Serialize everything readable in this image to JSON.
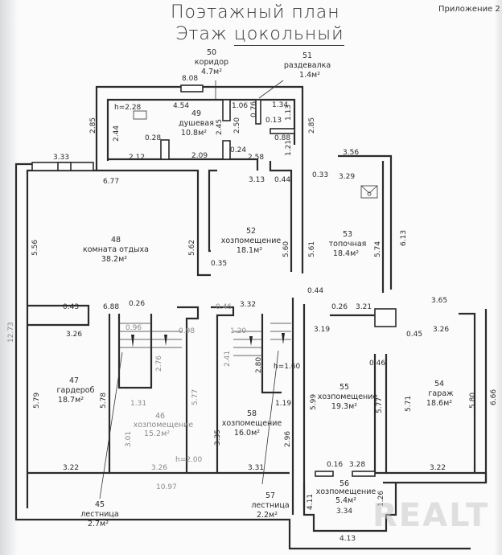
{
  "header": {
    "title_line1": "Поэтажный план",
    "title_line2_prefix": "Этаж",
    "title_line2_floor": "цокольный",
    "appendix": "Приложение 2"
  },
  "rooms": [
    {
      "number": "45",
      "name": "лестница",
      "area": "2.7м²"
    },
    {
      "number": "46",
      "name": "хозпомещение",
      "area": "15.2м²"
    },
    {
      "number": "47",
      "name": "гардероб",
      "area": "18.7м²"
    },
    {
      "number": "48",
      "name": "комната отдыха",
      "area": "38.2м²"
    },
    {
      "number": "49",
      "name": "душевая",
      "area": "10.8м²"
    },
    {
      "number": "50",
      "name": "коридор",
      "area": "4.7м²"
    },
    {
      "number": "51",
      "name": "раздевалка",
      "area": "1.4м²"
    },
    {
      "number": "52",
      "name": "хозпомещение",
      "area": "18.1м²"
    },
    {
      "number": "53",
      "name": "топочная",
      "area": "18.4м²"
    },
    {
      "number": "54",
      "name": "гараж",
      "area": "18.6м²"
    },
    {
      "number": "55",
      "name": "хозпомещение",
      "area": "19.3м²"
    },
    {
      "number": "56",
      "name": "хозпомещение",
      "area": "5.4м²"
    },
    {
      "number": "57",
      "name": "лестница",
      "area": "2.2м²"
    },
    {
      "number": "58",
      "name": "хозпомещение",
      "area": "16.0м²"
    }
  ],
  "heights": {
    "shower": "h=2.28",
    "room46": "h=2.00",
    "stair57": "h=1.60"
  },
  "dimensions": {
    "d808": "8.08",
    "d454": "4.54",
    "d244": "2.44",
    "d028": "0.28",
    "d212": "2.12",
    "d209": "2.09",
    "d245": "2.45",
    "d250": "2.50",
    "d106": "1.06",
    "d076": "0.76",
    "d134": "1.34",
    "d113": "1.13",
    "d013": "0.13",
    "d088": "0.88",
    "d121": "1.21",
    "d024": "0.24",
    "d258": "2.58",
    "d285a": "2.85",
    "d285b": "2.85",
    "d333": "3.33",
    "d677": "6.77",
    "d556": "5.56",
    "d562": "5.62",
    "d035": "0.35",
    "d313": "3.13",
    "d044a": "0.44",
    "d560": "5.60",
    "d033": "0.33",
    "d356": "3.56",
    "d329": "3.29",
    "d561": "5.61",
    "d574": "5.74",
    "d613": "6.13",
    "d044b": "0.44",
    "d026a": "0.26",
    "d321": "3.21",
    "d319": "3.19",
    "d045": "0.45",
    "d365": "3.65",
    "d326b": "3.26",
    "d046a": "0.46",
    "d1273": "12.73",
    "d043": "0.43",
    "d688": "6.88",
    "d026b": "0.26",
    "d326a": "3.26",
    "d096": "0.96",
    "d098": "0.98",
    "d276": "2.76",
    "d579": "5.79",
    "d578": "5.78",
    "d131": "1.31",
    "d577a": "5.77",
    "d301": "3.01",
    "d326c": "3.26",
    "d322a": "3.22",
    "d1097": "10.97",
    "d046b": "0.46",
    "d332": "3.32",
    "d120": "1.20",
    "d241": "2.41",
    "d280": "2.80",
    "d119": "1.19",
    "d335": "3.35",
    "d296": "2.96",
    "d331": "3.31",
    "d599": "5.99",
    "d577b": "5.77",
    "d571": "5.71",
    "d580": "5.80",
    "d666": "6.66",
    "d322b": "3.22",
    "d016": "0.16",
    "d328": "3.28",
    "d411": "4.11",
    "d126": "1.26",
    "d334": "3.34",
    "d413": "4.13"
  },
  "watermark": "REALT",
  "icons": {
    "boiler": "boiler-symbol-icon",
    "vent": "ventilation-duct-icon"
  }
}
